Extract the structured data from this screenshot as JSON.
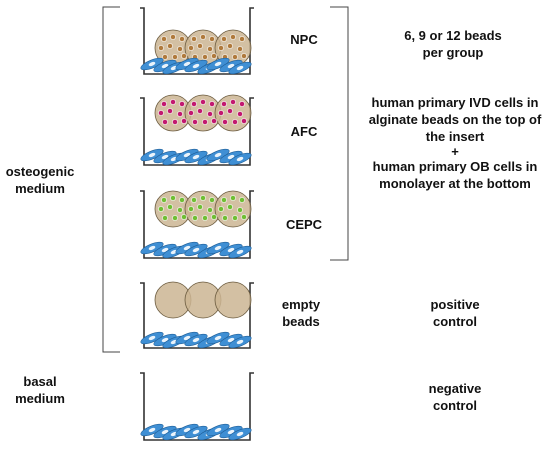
{
  "colors": {
    "bead_fill": "#cbb593",
    "bead_stroke": "#6a5a3e",
    "npc_dot": "#b07a3c",
    "afc_dot": "#c2186f",
    "cepc_dot": "#6fbe34",
    "cell_fill": "#3f8fd4",
    "cell_nucleus": "#e9f3fb",
    "line": "#444444"
  },
  "icons": [
    "bead-icon",
    "cell-monolayer-icon",
    "insert-well-icon",
    "bracket-icon"
  ],
  "groups": {
    "npc": {
      "label": "NPC"
    },
    "afc": {
      "label": "AFC"
    },
    "cepc": {
      "label": "CEPC"
    },
    "empty": {
      "label_line1": "empty",
      "label_line2": "beads"
    }
  },
  "notes": {
    "beads_per_group": {
      "line1": "6, 9 or 12 beads",
      "line2": "per group"
    },
    "description": {
      "line1": "human primary IVD cells in",
      "line2": "alginate beads on the top of",
      "line3": "the insert",
      "plus": "+",
      "line4": "human primary OB cells in",
      "line5": "monolayer at the bottom"
    },
    "positive_control": {
      "line1": "positive",
      "line2": "control"
    },
    "negative_control": {
      "line1": "negative",
      "line2": "control"
    }
  },
  "media": {
    "osteogenic": {
      "line1": "osteogenic",
      "line2": "medium"
    },
    "basal": {
      "line1": "basal",
      "line2": "medium"
    }
  }
}
